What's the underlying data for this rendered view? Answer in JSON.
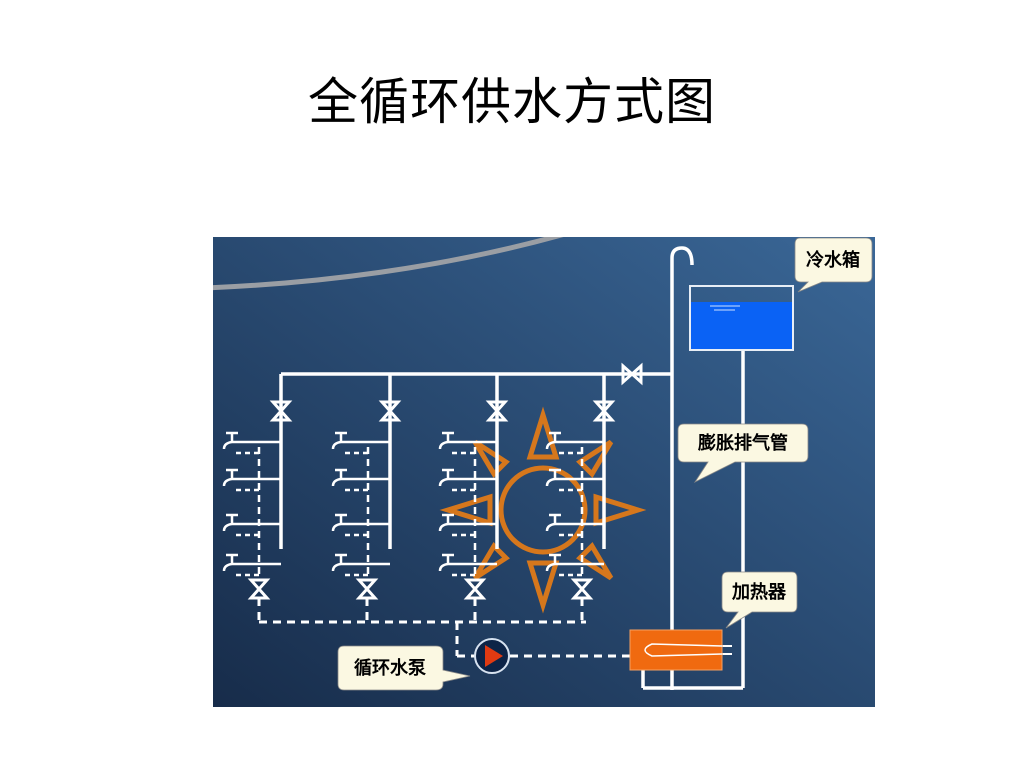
{
  "title": "全循环供水方式图",
  "diagram": {
    "labels": {
      "cold_tank": "冷水箱",
      "expansion_vent": "膨胀排气管",
      "heater": "加热器",
      "circulation_pump": "循环水泵"
    },
    "colors": {
      "background_top": "#35618f",
      "background_bottom": "#1a3152",
      "pipe": "#ffffff",
      "tank_water": "#0a62f5",
      "heater": "#f06a10",
      "sun": "#e07a18",
      "pump_arrow": "#e03a12",
      "callout_fill": "#fbf8e2"
    }
  }
}
